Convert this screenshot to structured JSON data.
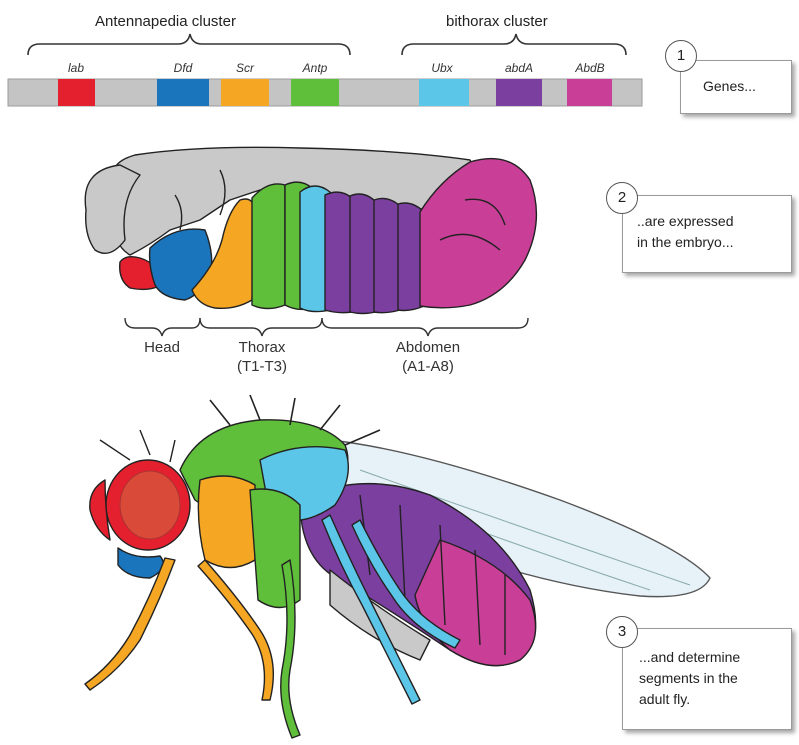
{
  "clusters": {
    "antennapedia": "Antennapedia cluster",
    "bithorax": "bithorax cluster"
  },
  "genes": [
    {
      "name": "lab",
      "color": "#e5202e"
    },
    {
      "name": "Dfd",
      "color": "#1b75bc"
    },
    {
      "name": "Scr",
      "color": "#f5a623"
    },
    {
      "name": "Antp",
      "color": "#5fbf3a"
    },
    {
      "name": "Ubx",
      "color": "#5bc6e8"
    },
    {
      "name": "abdA",
      "color": "#7b3fa0"
    },
    {
      "name": "AbdB",
      "color": "#c93f97"
    }
  ],
  "chromosome_color": "#c4c4c4",
  "regions": {
    "head": "Head",
    "thorax": "Thorax",
    "thorax_sub": "(T1-T3)",
    "abdomen": "Abdomen",
    "abdomen_sub": "(A1-A8)"
  },
  "callouts": [
    {
      "number": "1",
      "text": "Genes..."
    },
    {
      "number": "2",
      "line1": "..are expressed",
      "line2": "in the embryo..."
    },
    {
      "number": "3",
      "line1": "...and determine",
      "line2": "segments in the",
      "line3": "adult fly."
    }
  ]
}
